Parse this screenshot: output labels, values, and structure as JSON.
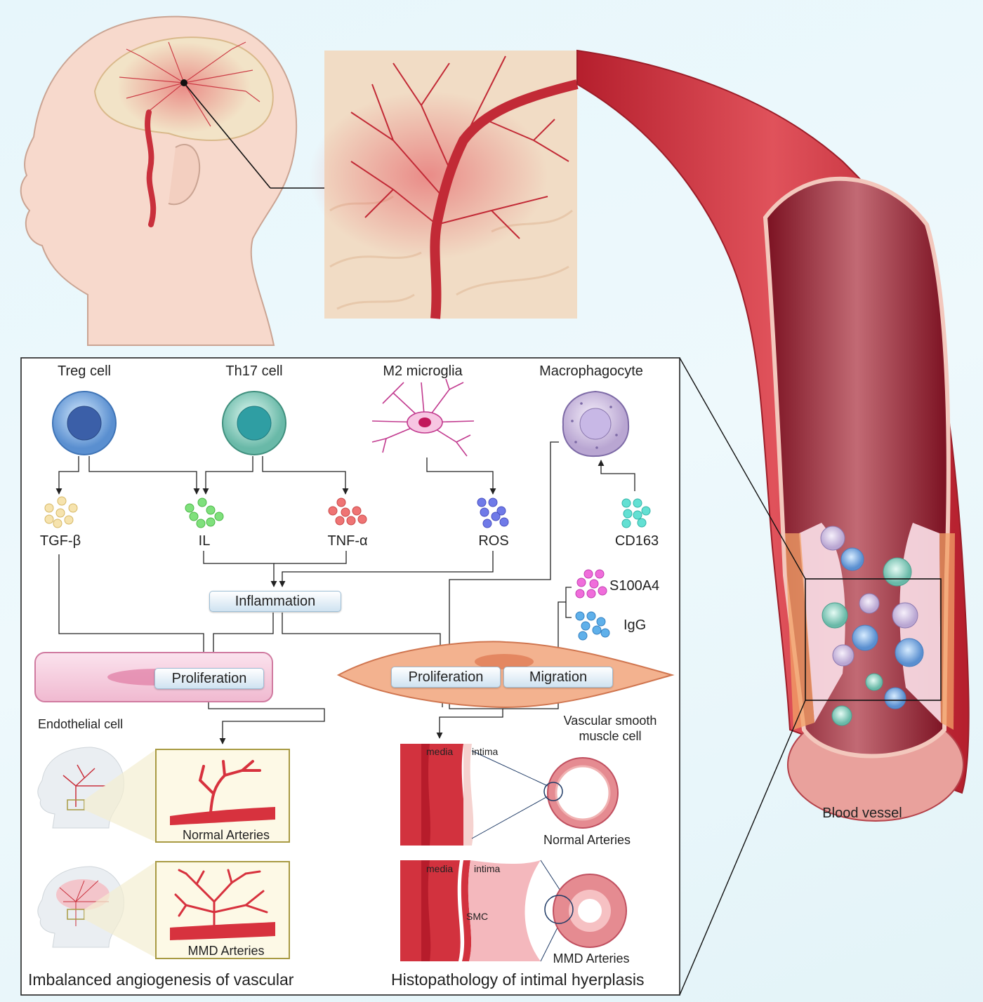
{
  "cells": {
    "treg": "Treg cell",
    "th17": "Th17 cell",
    "m2": "M2 microglia",
    "macro": "Macrophagocyte"
  },
  "factors": {
    "tgf": "TGF-β",
    "il": "IL",
    "tnf": "TNF-α",
    "ros": "ROS",
    "cd163": "CD163",
    "s100a4": "S100A4",
    "igg": "IgG"
  },
  "processes": {
    "inflammation": "Inflammation",
    "prolif_endo": "Proliferation",
    "prolif_smc": "Proliferation",
    "migration": "Migration"
  },
  "cell_labels": {
    "endothelial": "Endothelial cell",
    "vsmc_line1": "Vascular smooth",
    "vsmc_line2": "muscle cell",
    "blood_vessel": "Blood vessel"
  },
  "panels": {
    "normal_arteries": "Normal Arteries",
    "mmd_arteries": "MMD Arteries",
    "normal_arteries_ring": "Normal Arteries",
    "mmd_arteries_ring": "MMD Arteries",
    "media": "media",
    "intima": "intima",
    "smc": "SMC",
    "angiogenesis_title": "Imbalanced angiogenesis of vascular",
    "histopath_title": "Histopathology of intimal hyerplasis"
  },
  "colors": {
    "vessel_red": "#d23a45",
    "tgf_dots": "#f3dca0",
    "il_dots": "#7ddc7a",
    "tnf_dots": "#ec7070",
    "ros_dots": "#6f78e6",
    "cd163_dots": "#5fdcd0",
    "s100a4_dots": "#ee66d8",
    "igg_dots": "#5aa8e6"
  }
}
